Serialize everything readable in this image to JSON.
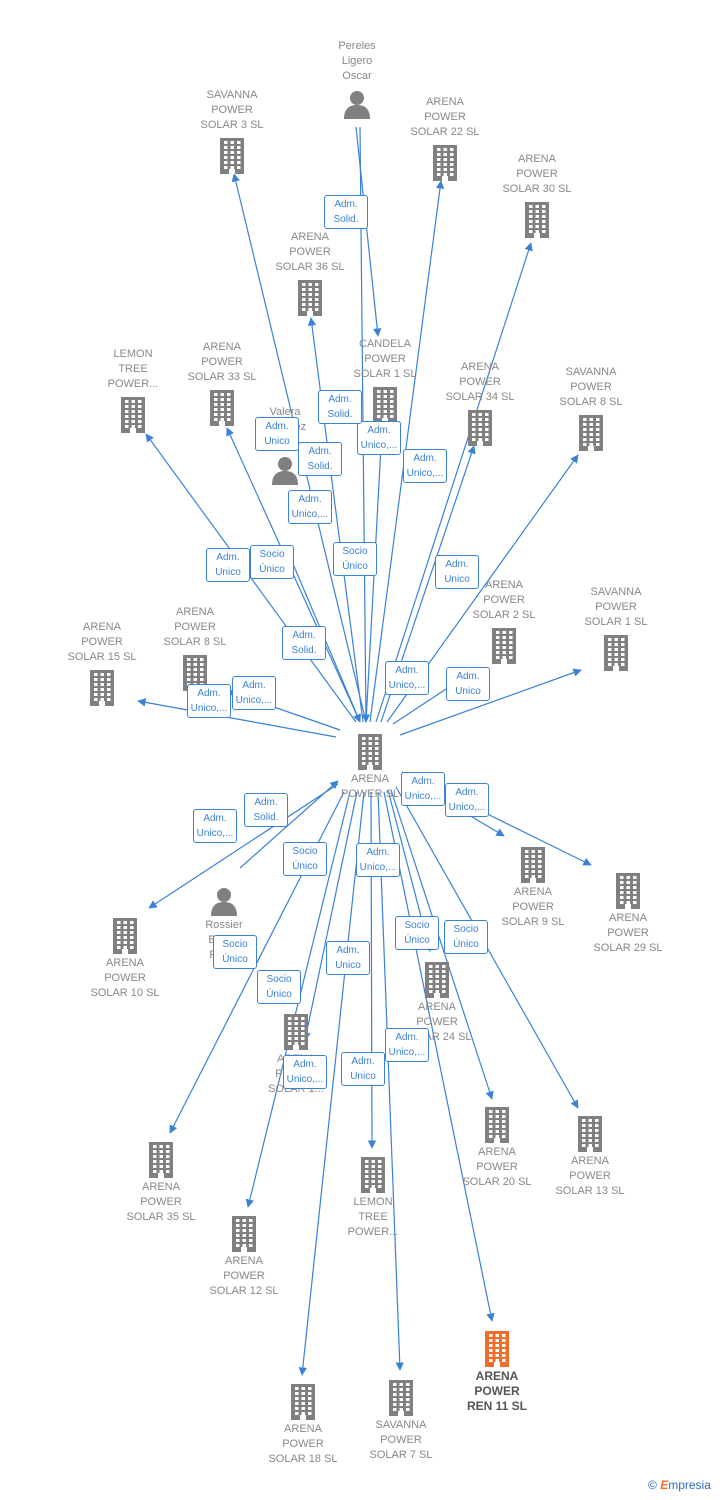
{
  "colors": {
    "edge": "#3a82d6",
    "company": "#808080",
    "highlight": "#f26c2a",
    "person": "#808080"
  },
  "center": {
    "label": "ARENA\nPOWER  SL"
  },
  "nodes": [
    {
      "id": "pereles",
      "type": "person",
      "label": "Pereles\nLigero\nOscar"
    },
    {
      "id": "savanna3",
      "type": "company",
      "label": "SAVANNA\nPOWER\nSOLAR 3  SL"
    },
    {
      "id": "arena22",
      "type": "company",
      "label": "ARENA\nPOWER\nSOLAR 22  SL"
    },
    {
      "id": "arena30",
      "type": "company",
      "label": "ARENA\nPOWER\nSOLAR 30  SL"
    },
    {
      "id": "arena36",
      "type": "company",
      "label": "ARENA\nPOWER\nSOLAR 36  SL"
    },
    {
      "id": "candela1",
      "type": "company",
      "label": "CANDELA\nPOWER\nSOLAR 1  SL"
    },
    {
      "id": "lemon_top",
      "type": "company",
      "label": "LEMON\nTREE\nPOWER..."
    },
    {
      "id": "arena33",
      "type": "company",
      "label": "ARENA\nPOWER\nSOLAR 33  SL"
    },
    {
      "id": "arena34",
      "type": "company",
      "label": "ARENA\nPOWER\nSOLAR 34  SL"
    },
    {
      "id": "savanna8",
      "type": "company",
      "label": "SAVANNA\nPOWER\nSOLAR 8  SL"
    },
    {
      "id": "valera",
      "type": "person",
      "label": "Valera\nMartinez\nPablo..."
    },
    {
      "id": "arena2",
      "type": "company",
      "label": "ARENA\nPOWER\nSOLAR 2  SL"
    },
    {
      "id": "savanna1",
      "type": "company",
      "label": "SAVANNA\nPOWER\nSOLAR 1  SL"
    },
    {
      "id": "arena15",
      "type": "company",
      "label": "ARENA\nPOWER\nSOLAR 15  SL"
    },
    {
      "id": "arena8",
      "type": "company",
      "label": "ARENA\nPOWER\nSOLAR 8  SL"
    },
    {
      "id": "rossier",
      "type": "person",
      "label": "Rossier\nBenoit\nPierre"
    },
    {
      "id": "arena10",
      "type": "company",
      "label": "ARENA\nPOWER\nSOLAR 10  SL"
    },
    {
      "id": "arena9",
      "type": "company",
      "label": "ARENA\nPOWER\nSOLAR 9  SL"
    },
    {
      "id": "arena29",
      "type": "company",
      "label": "ARENA\nPOWER\nSOLAR 29  SL"
    },
    {
      "id": "arena24",
      "type": "company",
      "label": "ARENA\nPOWER\nSOLAR 24  SL"
    },
    {
      "id": "arena1x",
      "type": "company",
      "label": "ARENA\nPOWER\nSOLAR 1..."
    },
    {
      "id": "arena20",
      "type": "company",
      "label": "ARENA\nPOWER\nSOLAR 20  SL"
    },
    {
      "id": "arena13",
      "type": "company",
      "label": "ARENA\nPOWER\nSOLAR 13  SL"
    },
    {
      "id": "arena35",
      "type": "company",
      "label": "ARENA\nPOWER\nSOLAR 35  SL"
    },
    {
      "id": "lemon_bot",
      "type": "company",
      "label": "LEMON\nTREE\nPOWER..."
    },
    {
      "id": "arena12",
      "type": "company",
      "label": "ARENA\nPOWER\nSOLAR 12  SL"
    },
    {
      "id": "arenaren11",
      "type": "company",
      "highlight": true,
      "label": "ARENA\nPOWER\nREN 11  SL"
    },
    {
      "id": "arena18",
      "type": "company",
      "label": "ARENA\nPOWER\nSOLAR 18  SL"
    },
    {
      "id": "savanna7",
      "type": "company",
      "label": "SAVANNA\nPOWER\nSOLAR 7  SL"
    }
  ],
  "edges": [
    {
      "from": "center",
      "to": "savanna3",
      "label": "Adm.\nUnico"
    },
    {
      "from": "center",
      "to": "arena22",
      "label": "Adm.\nUnico,..."
    },
    {
      "from": "center",
      "to": "arena30",
      "label": "Adm.\nUnico,..."
    },
    {
      "from": "center",
      "to": "arena36",
      "label": "Adm.\nUnico,..."
    },
    {
      "from": "pereles",
      "to": "candela1",
      "label": "Adm.\nSolid."
    },
    {
      "from": "pereles",
      "to": "center",
      "label": "Adm.\nSolid."
    },
    {
      "from": "center",
      "to": "candela1",
      "label": "Adm.\nSolid."
    },
    {
      "from": "center",
      "to": "lemon_top",
      "label": "Adm.\nUnico"
    },
    {
      "from": "center",
      "to": "arena33",
      "label": "Socio\nÚnico"
    },
    {
      "from": "center",
      "to": "arena34",
      "label": "Socio\nÚnico"
    },
    {
      "from": "center",
      "to": "savanna8",
      "label": "Adm.\nUnico"
    },
    {
      "from": "center",
      "to": "arena2",
      "label": "Adm.\nUnico,..."
    },
    {
      "from": "center",
      "to": "savanna1",
      "label": "Adm.\nUnico"
    },
    {
      "from": "center",
      "to": "arena15",
      "label": "Adm.\nUnico,..."
    },
    {
      "from": "center",
      "to": "arena8",
      "label": "Adm.\nUnico,..."
    },
    {
      "from": "valera",
      "to": "center",
      "label": "Adm.\nSolid."
    },
    {
      "from": "center",
      "to": "arena10",
      "label": "Adm.\nUnico,..."
    },
    {
      "from": "rossier",
      "to": "center",
      "label": "Adm.\nSolid."
    },
    {
      "from": "center",
      "to": "arena9",
      "label": "Adm.\nUnico,..."
    },
    {
      "from": "center",
      "to": "arena29",
      "label": "Adm.\nUnico,..."
    },
    {
      "from": "center",
      "to": "arena24",
      "label": "Adm.\nUnico,..."
    },
    {
      "from": "center",
      "to": "arena1x",
      "label": "Socio\nÚnico"
    },
    {
      "from": "center",
      "to": "arena20",
      "label": "Socio\nÚnico"
    },
    {
      "from": "center",
      "to": "arena13",
      "label": "Socio\nÚnico"
    },
    {
      "from": "center",
      "to": "arena35",
      "label": "Socio\nÚnico"
    },
    {
      "from": "center",
      "to": "lemon_bot",
      "label": "Adm.\nUnico"
    },
    {
      "from": "center",
      "to": "arena12",
      "label": "Socio\nÚnico"
    },
    {
      "from": "center",
      "to": "arenaren11",
      "label": "Adm.\nUnico,..."
    },
    {
      "from": "center",
      "to": "arena18",
      "label": "Adm.\nUnico,..."
    },
    {
      "from": "center",
      "to": "savanna7",
      "label": "Adm.\nUnico"
    }
  ],
  "branding": {
    "copyright": "©",
    "name_initial": "E",
    "name_rest": "mpresia"
  }
}
